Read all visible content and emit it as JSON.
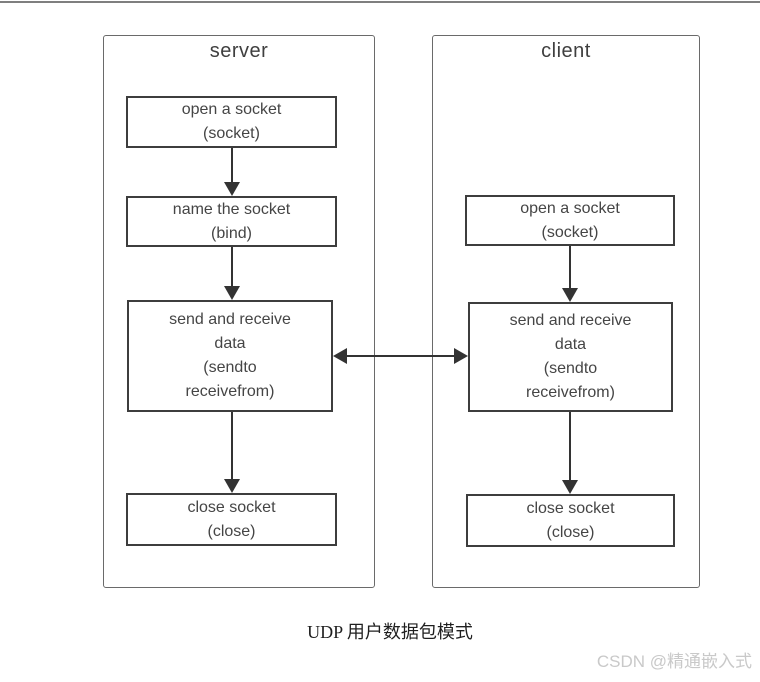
{
  "page": {
    "background": "#ffffff",
    "top_rule_color": "#7f7f7f"
  },
  "diagram": {
    "colors": {
      "outer_border": "#6a6a6a",
      "inner_border": "#3d3d3d",
      "text": "#454545",
      "arrow": "#333333"
    },
    "server": {
      "title": "server",
      "steps": [
        {
          "id": "open-socket",
          "text": "open a socket\n(socket)"
        },
        {
          "id": "bind",
          "text": "name the socket\n(bind)"
        },
        {
          "id": "exchange",
          "text": "send and receive\ndata\n(sendto\nreceivefrom)"
        },
        {
          "id": "close",
          "text": "close socket\n(close)"
        }
      ]
    },
    "client": {
      "title": "client",
      "steps": [
        {
          "id": "open-socket",
          "text": "open a socket\n(socket)"
        },
        {
          "id": "exchange",
          "text": "send and receive\ndata\n(sendto\nreceivefrom)"
        },
        {
          "id": "close",
          "text": "close socket\n(close)"
        }
      ]
    }
  },
  "caption": {
    "text": "UDP 用户数据包模式"
  },
  "watermark": {
    "text": "CSDN @精通嵌入式",
    "color": "#c9c9c9"
  }
}
